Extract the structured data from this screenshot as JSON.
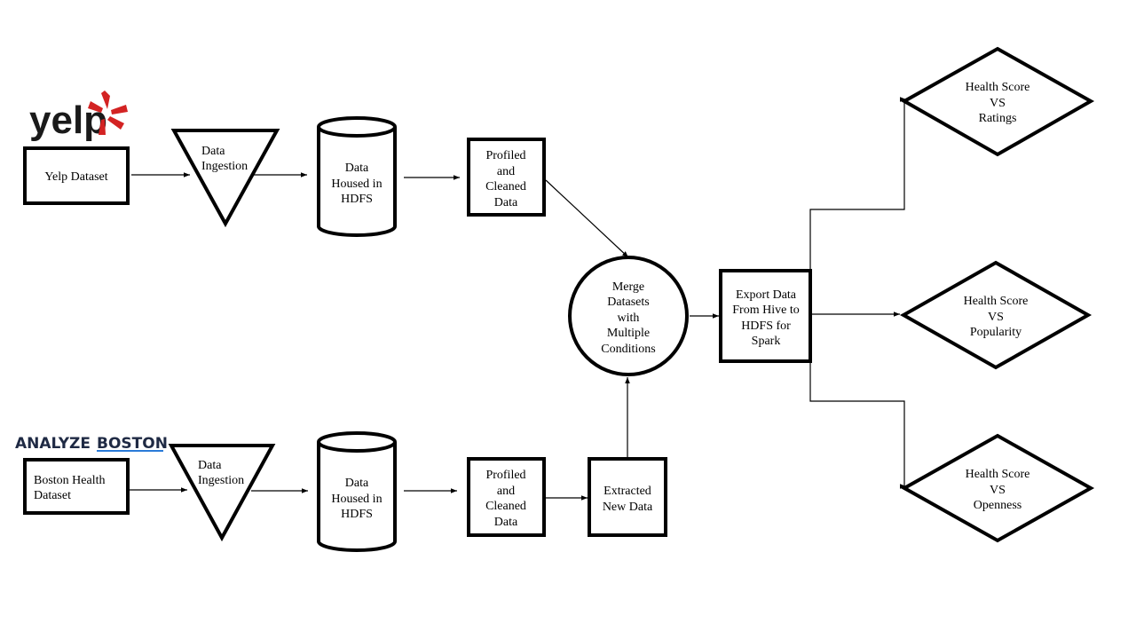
{
  "logos": {
    "yelp": {
      "text": "yelp",
      "burst_color": "#d32323",
      "text_color": "#1a1a1a"
    },
    "analyze_boston": {
      "text_1": "ANALYZE",
      "text_2": "BOSTON",
      "text_color": "#1f2a44",
      "underline_color": "#2a7bd8"
    }
  },
  "nodes": {
    "yelp_dataset": {
      "shape": "rectangle",
      "lines": [
        "Yelp Dataset"
      ]
    },
    "ingest_top": {
      "shape": "triangle-down",
      "lines": [
        "Data",
        "Ingestion"
      ]
    },
    "hdfs_top": {
      "shape": "cylinder",
      "lines": [
        "Data",
        "Housed in",
        "HDFS"
      ]
    },
    "profiled_top": {
      "shape": "rectangle",
      "lines": [
        "Profiled",
        "and",
        "Cleaned",
        "Data"
      ]
    },
    "merge": {
      "shape": "circle",
      "lines": [
        "Merge",
        "Datasets",
        "with",
        "Multiple",
        "Conditions"
      ]
    },
    "export": {
      "shape": "rectangle",
      "lines": [
        "Export Data",
        "From Hive to",
        "HDFS for",
        "Spark"
      ]
    },
    "out_ratings": {
      "shape": "diamond",
      "lines": [
        "Health Score",
        "VS",
        "Ratings"
      ]
    },
    "out_popularity": {
      "shape": "diamond",
      "lines": [
        "Health Score",
        "VS",
        "Popularity"
      ]
    },
    "out_openness": {
      "shape": "diamond",
      "lines": [
        "Health Score",
        "VS",
        "Openness"
      ]
    },
    "boston_dataset": {
      "shape": "rectangle",
      "lines": [
        "Boston Health",
        "Dataset"
      ]
    },
    "ingest_bottom": {
      "shape": "triangle-down",
      "lines": [
        "Data",
        "Ingestion"
      ]
    },
    "hdfs_bottom": {
      "shape": "cylinder",
      "lines": [
        "Data",
        "Housed in",
        "HDFS"
      ]
    },
    "profiled_bottom": {
      "shape": "rectangle",
      "lines": [
        "Profiled",
        "and",
        "Cleaned",
        "Data"
      ]
    },
    "extracted": {
      "shape": "rectangle",
      "lines": [
        "Extracted",
        "New Data"
      ]
    }
  },
  "edges": [
    {
      "from": "yelp_dataset",
      "to": "ingest_top"
    },
    {
      "from": "ingest_top",
      "to": "hdfs_top"
    },
    {
      "from": "hdfs_top",
      "to": "profiled_top"
    },
    {
      "from": "profiled_top",
      "to": "merge"
    },
    {
      "from": "merge",
      "to": "export"
    },
    {
      "from": "export",
      "to": "out_ratings"
    },
    {
      "from": "export",
      "to": "out_popularity"
    },
    {
      "from": "export",
      "to": "out_openness"
    },
    {
      "from": "boston_dataset",
      "to": "ingest_bottom"
    },
    {
      "from": "ingest_bottom",
      "to": "hdfs_bottom"
    },
    {
      "from": "hdfs_bottom",
      "to": "profiled_bottom"
    },
    {
      "from": "profiled_bottom",
      "to": "extracted"
    },
    {
      "from": "extracted",
      "to": "merge"
    }
  ]
}
